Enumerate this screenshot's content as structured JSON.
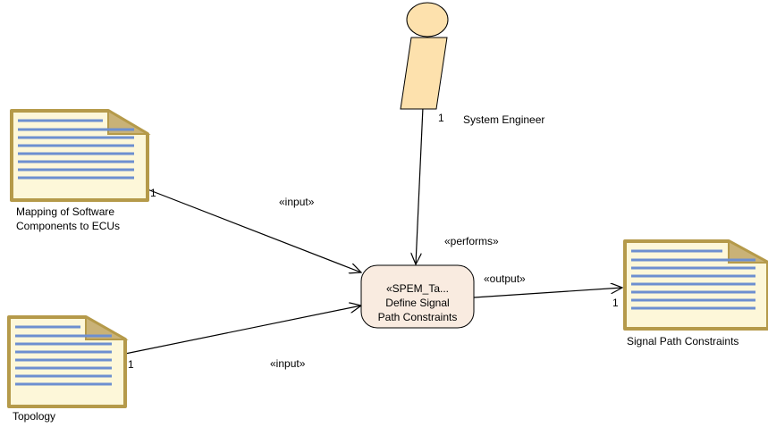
{
  "diagram": {
    "role": {
      "name": "System Engineer",
      "multiplicity": "1"
    },
    "task": {
      "stereotype": "«SPEM_Ta...",
      "name_line1": "Define Signal",
      "name_line2": "Path Constraints"
    },
    "inputs": [
      {
        "name_line1": "Mapping of Software",
        "name_line2": "Components to ECUs",
        "multiplicity": "1",
        "relation": "«input»"
      },
      {
        "name_line1": "Topology",
        "multiplicity": "1",
        "relation": "«input»"
      }
    ],
    "output": {
      "name": "Signal Path Constraints",
      "multiplicity": "1",
      "relation": "«output»"
    },
    "performs_label": "«performs»",
    "colors": {
      "artifact_fill": "#fdf7d9",
      "artifact_border": "#b59a4a",
      "artifact_fold": "#c9b277",
      "artifact_lines": "#6d8fd0",
      "role_fill": "#fde1ad",
      "role_border": "#000000",
      "task_fill": "#f9ebe0",
      "task_border": "#000000",
      "edge": "#000000"
    }
  }
}
